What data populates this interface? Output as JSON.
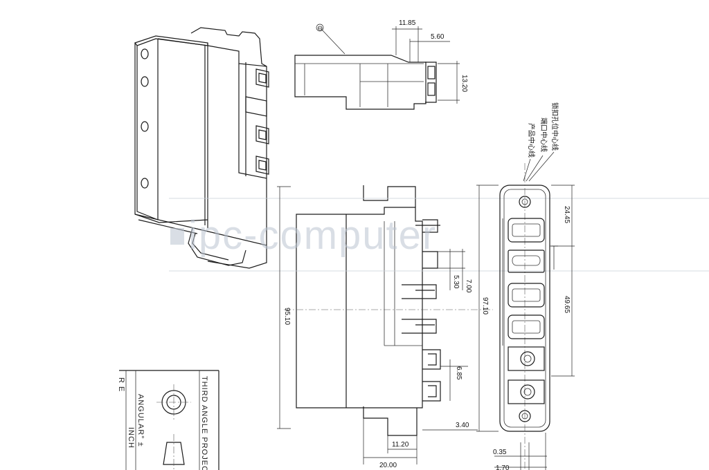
{
  "watermark": {
    "text": "ipc-computer"
  },
  "top_view": {
    "marker": "⊖"
  },
  "callouts": {
    "a": "锁扣孔位中心线",
    "b": "端口中心线",
    "c": "产品中心线"
  },
  "dimensions": {
    "d_11_85": "11.85",
    "d_5_60": "5.60",
    "d_13_20": "13.20",
    "d_95_10": "95.10",
    "d_7_00": "7.00",
    "d_5_30": "5.30",
    "d_6_85": "6.85",
    "d_3_40": "3.40",
    "d_11_20": "11.20",
    "d_20_00": "20.00",
    "d_97_10": "97.10",
    "d_24_45": "24.45",
    "d_49_65": "49.65",
    "d_0_35": "0.35",
    "d_1_70": "1.70"
  },
  "title_block": {
    "projection": "THIRD ANGLE PROJEC",
    "angular": "ANGULAR° ±",
    "inch": "INCH",
    "row": "R E"
  }
}
